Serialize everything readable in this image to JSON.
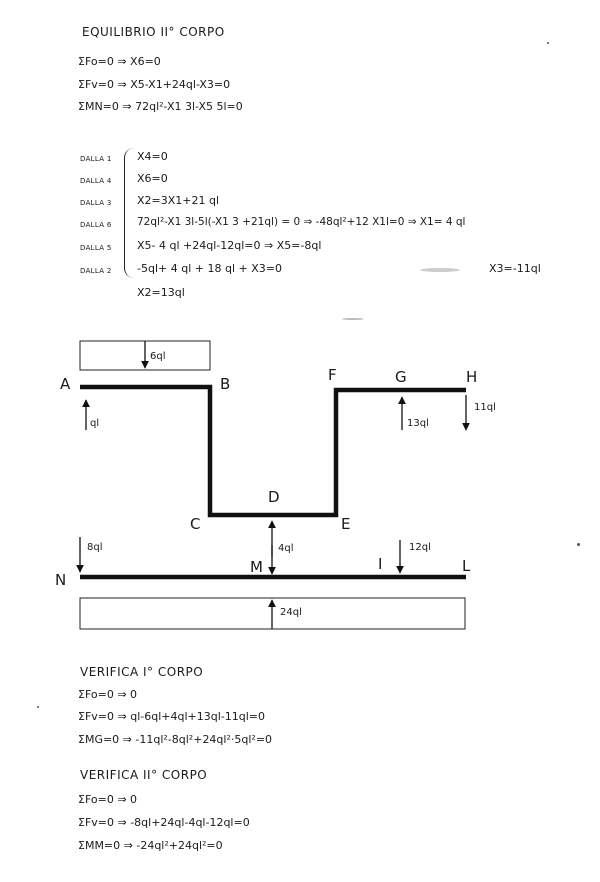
{
  "section2_top": {
    "title": "EQUILIBRIO II° CORPO",
    "eq1": "ΣFo=0 ⇒ X6=0",
    "eq2": "ΣFv=0 ⇒ X5-X1+24ql-X3=0",
    "eq3": "ΣMN=0 ⇒ 72ql²-X1 3l-X5 5l=0"
  },
  "system": {
    "rows": [
      {
        "src": "DALLA 1",
        "eq": "X4=0"
      },
      {
        "src": "DALLA 4",
        "eq": "X6=0"
      },
      {
        "src": "DALLA 3",
        "eq": "X2=3X1+21 ql"
      },
      {
        "src": "DALLA 6",
        "eq": "72ql²-X1 3l-5l(-X1 3 +21ql) = 0 ⇒ -48ql²+12 X1l=0 ⇒ X1= 4 ql"
      },
      {
        "src": "DALLA 5",
        "eq": "X5- 4 ql +24ql-12ql=0 ⇒ X5=-8ql"
      },
      {
        "src": "DALLA 2",
        "eq": "-5ql+ 4 ql + 18 ql + X3=0"
      }
    ],
    "side": "X3=-11ql",
    "last": "X2=13ql"
  },
  "diagram": {
    "points": {
      "A": "A",
      "B": "B",
      "C": "C",
      "D": "D",
      "E": "E",
      "F": "F",
      "G": "G",
      "H": "H",
      "I": "I",
      "L": "L",
      "M": "M",
      "N": "N"
    },
    "loads": {
      "dist_top": "6ql",
      "a": "ql",
      "g": "13ql",
      "h": "11ql",
      "m_up": "4ql",
      "n": "8ql",
      "i": "12ql",
      "dist_bottom": "24ql"
    }
  },
  "verify1": {
    "title": "VERIFICA I° CORPO",
    "eq1": "ΣFo=0 ⇒ 0",
    "eq2": "ΣFv=0 ⇒ ql-6ql+4ql+13ql-11ql=0",
    "eq3": "ΣMG=0 ⇒ -11ql²-8ql²+24ql²·5ql²=0"
  },
  "verify2": {
    "title": "VERIFICA II° CORPO",
    "eq1": "ΣFo=0 ⇒ 0",
    "eq2": "ΣFv=0 ⇒ -8ql+24ql-4ql-12ql=0",
    "eq3": "ΣMM=0 ⇒ -24ql²+24ql²=0"
  }
}
